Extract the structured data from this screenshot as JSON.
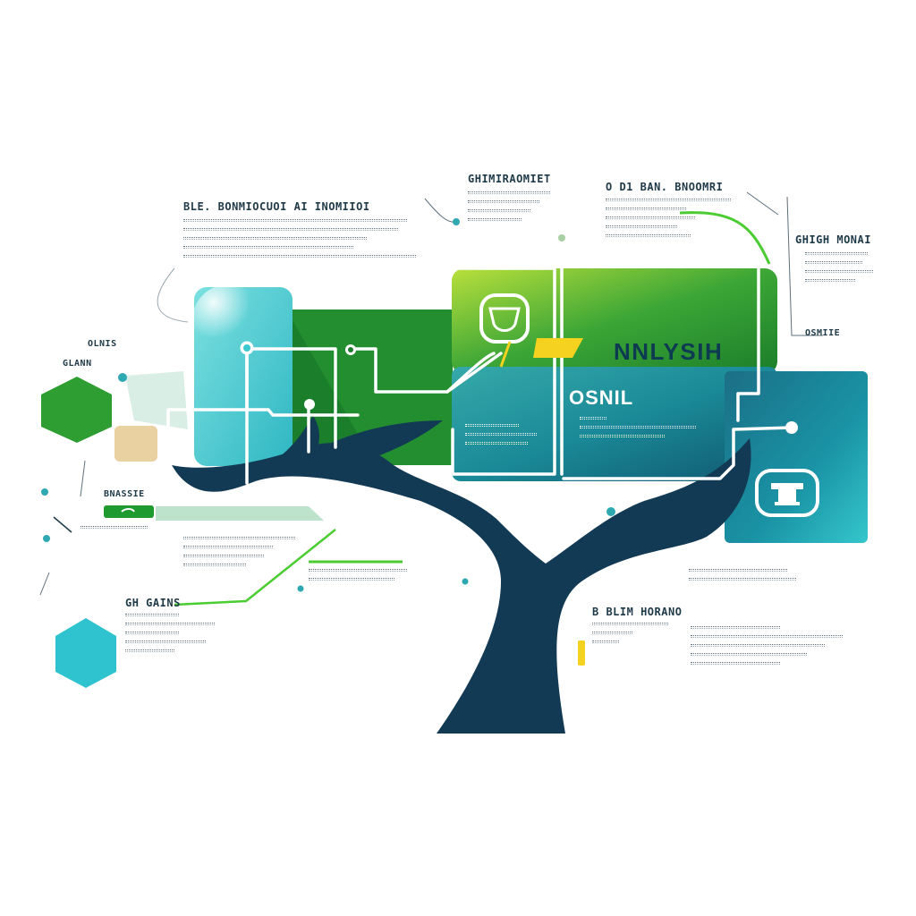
{
  "colors": {
    "trunk": "#123a54",
    "green_dark": "#1b7e2a",
    "green": "#3ca636",
    "lime": "#a7d93a",
    "teal": "#16798c",
    "teal_dark": "#10576f",
    "cyan": "#3cc9cf",
    "cyan_light": "#86e0dc",
    "yellow": "#f4d21f",
    "tan": "#ead1a1",
    "line_white": "#ffffff",
    "text": "#1f3a48"
  },
  "icons": [
    "hexagon-green",
    "hexagon-cyan",
    "node-circle-icon",
    "gateway-icon",
    "pillar-icon",
    "yellow-tag-icon"
  ],
  "labels": {
    "panel_big": "NNLYSIH",
    "panel_mid": "OSNIL",
    "top_left_heading": "BLE. BONMIOCUOI AI INOMIIOI",
    "top_center_heading": "GHIMIRAOMIET",
    "top_right_heading": "O D1 BAN. BNOOMRI",
    "right_heading": "GHIGH MONAI",
    "left_small_1": "OLNIS",
    "left_small_2": "GLANN",
    "left_tag": "BNASSIE",
    "bottom_left_heading": "GH GAINS",
    "bottom_right_heading": "B BLIM HORANO",
    "right_small": "OSMIIE"
  }
}
